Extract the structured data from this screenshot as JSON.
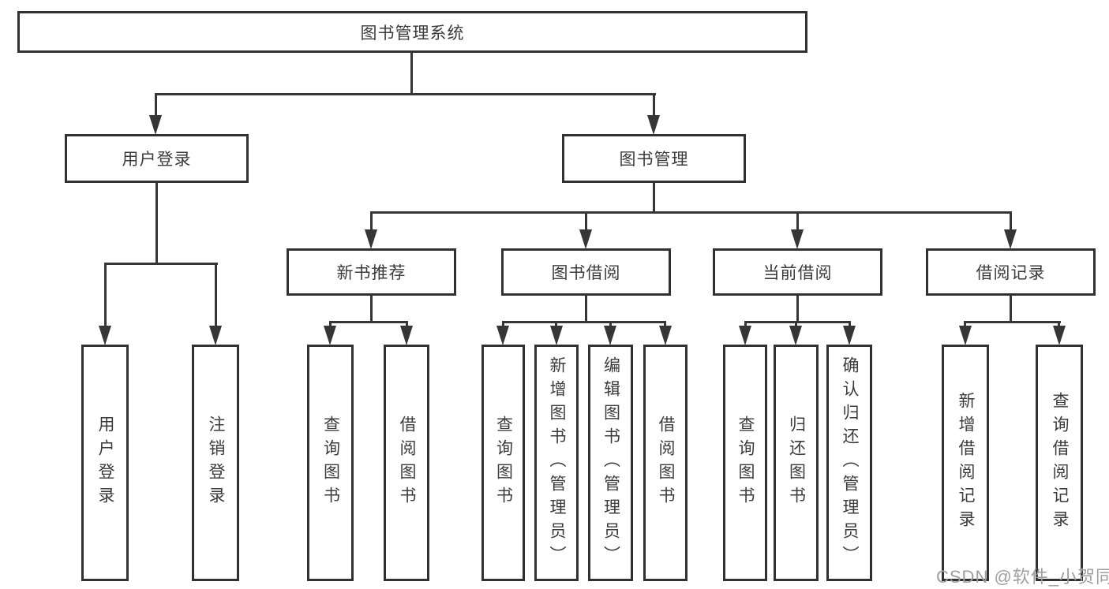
{
  "diagram_title": "图书管理系统",
  "nodes": {
    "root": "图书管理系统",
    "user_login": "用户登录",
    "book_mgmt": "图书管理",
    "new_book_rec": "新书推荐",
    "book_borrow": "图书借阅",
    "current_borrow": "当前借阅",
    "borrow_records": "借阅记录",
    "leaf_user_login": "用户登录",
    "leaf_logout": "注销登录",
    "leaf_nb_query": "查询图书",
    "leaf_nb_borrow": "借阅图书",
    "leaf_bb_query": "查询图书",
    "leaf_bb_add": "新增图书（管理员）",
    "leaf_bb_edit": "编辑图书（管理员）",
    "leaf_bb_borrow": "借阅图书",
    "leaf_cb_query": "查询图书",
    "leaf_cb_return": "归还图书",
    "leaf_cb_confirm": "确认归还（管理员）",
    "leaf_br_add": "新增借阅记录",
    "leaf_br_query": "查询借阅记录"
  },
  "watermark": "CSDN @软件_小贺同学",
  "colors": {
    "box_border": "#313131",
    "connector_line": "#363636",
    "text": "#3b3b3b",
    "watermark_text": "#9f9f9f",
    "background": "#ffffff"
  }
}
